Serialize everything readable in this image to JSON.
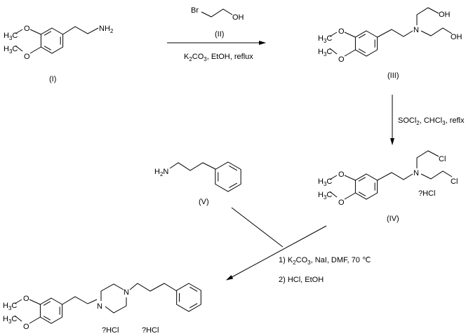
{
  "compounds": {
    "I": {
      "label": "(I)",
      "amine": {
        "a": "NH",
        "b": "2"
      }
    },
    "II": {
      "label": "(II)",
      "br": "Br",
      "oh": "OH"
    },
    "III": {
      "label": "(III)",
      "oh1": "OH",
      "oh2": "OH",
      "n": "N"
    },
    "IV": {
      "label": "(IV)",
      "cl1": "Cl",
      "cl2": "Cl",
      "n": "N",
      "salt": "?HCl"
    },
    "V": {
      "label": "(V)",
      "amine": {
        "a": "H",
        "b": "2",
        "c": "N"
      }
    },
    "product": {
      "n1": "N",
      "n2": "N",
      "salt1": "?HCl",
      "salt2": "?HCl"
    }
  },
  "methoxy": {
    "h": "H",
    "sub": "3",
    "c": "C",
    "o": "O"
  },
  "steps": {
    "step1": {
      "p1": "K",
      "s1": "2",
      "p2": "CO",
      "s2": "3",
      "p3": ", EtOH, reflux"
    },
    "step2": {
      "p1": "SOCl",
      "s1": "2",
      "p2": ", CHCl",
      "s2": "3",
      "p3": ", reflx"
    },
    "step3": {
      "line1": {
        "p1": "1) K",
        "s1": "2",
        "p2": "CO",
        "s2": "3",
        "p3": ", NaI, DMF, 70 ℃"
      },
      "line2": "2) HCl, EtOH"
    }
  }
}
